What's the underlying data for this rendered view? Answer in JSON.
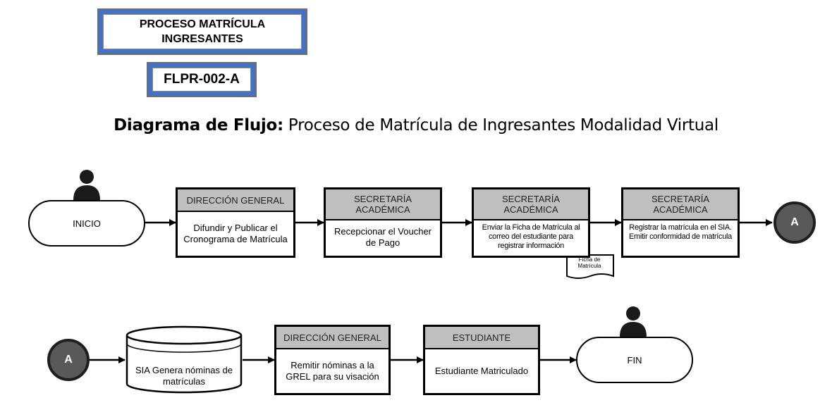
{
  "header": {
    "title_line1": "PROCESO MATRÍCULA",
    "title_line2": "INGRESANTES",
    "code": "FLPR-002-A"
  },
  "diagram_title": {
    "bold": "Diagrama de Flujo:",
    "rest": " Proceso de Matrícula de Ingresantes Modalidad Virtual"
  },
  "row1": {
    "start": "INICIO",
    "steps": [
      {
        "head1": "DIRECCIÓN GENERAL",
        "head2": "",
        "body": "Difundir y Publicar el Cronograma de Matrícula"
      },
      {
        "head1": "SECRETARÍA",
        "head2": "ACADÉMICA",
        "body": "Recepcionar el Voucher de Pago"
      },
      {
        "head1": "SECRETARÍA",
        "head2": "ACADÉMICA",
        "body": "Enviar la Ficha de Matrícula al correo del estudiante para registrar información"
      },
      {
        "head1": "SECRETARÍA",
        "head2": "ACADÉMICA",
        "body": "Registrar la matrícula en el SIA. Emitir conformidad de matrícula"
      }
    ],
    "document": {
      "line1": "Ficha de",
      "line2": "Matrícula"
    },
    "connector": "A"
  },
  "row2": {
    "connector": "A",
    "database": "SIA Genera nóminas de matrículas",
    "steps": [
      {
        "head1": "DIRECCIÓN GENERAL",
        "body": "Remitir nóminas a la GREL para su visación"
      },
      {
        "head1": "ESTUDIANTE",
        "body": "Estudiante Matriculado"
      }
    ],
    "end": "FIN"
  },
  "colors": {
    "header_frame": "#4472c4",
    "process_header": "#bfbfbf",
    "connector_fill": "#595959"
  }
}
